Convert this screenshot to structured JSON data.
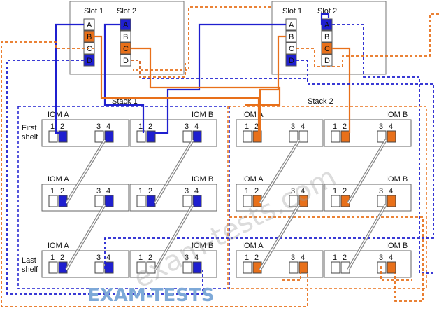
{
  "controllers": [
    {
      "slot1_label": "Slot 1",
      "slot2_label": "Slot 2",
      "slot1_ports": [
        "A",
        "B",
        "C",
        "D"
      ],
      "slot2_ports": [
        "A",
        "B",
        "C",
        "D"
      ]
    },
    {
      "slot1_label": "Slot 1",
      "slot2_label": "Slot 2",
      "slot1_ports": [
        "A",
        "B",
        "C",
        "D"
      ],
      "slot2_ports": [
        "A",
        "B",
        "C",
        "D"
      ]
    }
  ],
  "stacks": [
    {
      "label": "Stack 1",
      "shelves": [
        {
          "label": "First shelf",
          "iom_a": "IOM A",
          "iom_b": "IOM B"
        },
        {
          "label": "",
          "iom_a": "IOM A",
          "iom_b": "IOM B"
        },
        {
          "label": "Last shelf",
          "iom_a": "IOM A",
          "iom_b": "IOM B"
        }
      ]
    },
    {
      "label": "Stack 2",
      "shelves": [
        {
          "label": "",
          "iom_a": "IOM A",
          "iom_b": "IOM B"
        },
        {
          "label": "",
          "iom_a": "IOM A",
          "iom_b": "IOM B"
        },
        {
          "label": "",
          "iom_a": "IOM A",
          "iom_b": "IOM B"
        }
      ]
    }
  ],
  "port_numbers": [
    "1",
    "2",
    "3",
    "4"
  ],
  "colors": {
    "blue": "#1f1fcf",
    "orange": "#e8701a",
    "port_fill_blue": "#1f1fcf",
    "port_fill_orange": "#e8701a"
  },
  "watermark": "exam-tests.com",
  "logo": "EXAM-TESTS"
}
